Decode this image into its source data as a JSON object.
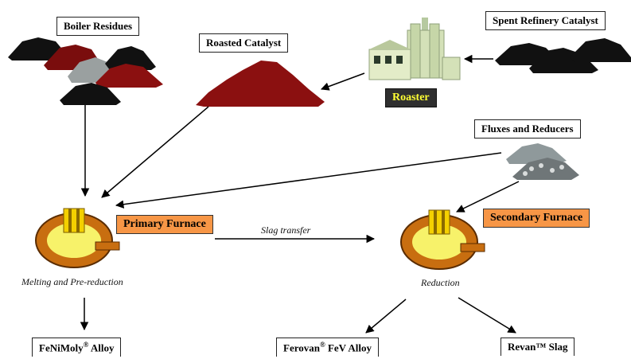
{
  "inputs": {
    "boiler_residues": "Boiler Residues",
    "roasted_catalyst": "Roasted Catalyst",
    "spent_catalyst": "Spent Refinery Catalyst",
    "fluxes": "Fluxes and Reducers"
  },
  "roaster_label": "Roaster",
  "primary_furnace": {
    "label": "Primary  Furnace",
    "caption": "Melting and Pre-reduction"
  },
  "secondary_furnace": {
    "label": "Secondary Furnace",
    "caption": "Reduction"
  },
  "slag_transfer": "Slag transfer",
  "outputs": {
    "fenimoly_name": "FeNiMoly",
    "fenimoly_suffix": " Alloy",
    "ferovan_name": "Ferovan",
    "ferovan_suffix": " FeV Alloy",
    "revan": "Revan™ Slag",
    "registered_mark": "®"
  },
  "colors": {
    "orange_box": "#f79646",
    "roaster_box": "#2f2f2f",
    "roaster_text": "#ffff33",
    "roasted_catalyst": "#8b1010",
    "black_pile": "#111111",
    "grey_pile": "#9aa0a0",
    "furnace_shell": "#c86e10",
    "furnace_inner": "#f7f26a"
  }
}
